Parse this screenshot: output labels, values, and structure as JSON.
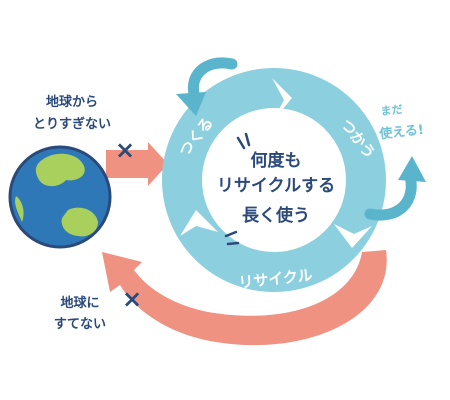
{
  "center_text": [
    "何度も",
    "リサイクルする",
    "長く使う"
  ],
  "cycle_labels": {
    "make": "つくる",
    "use": "つかう",
    "recycle": "リサイクル"
  },
  "side_note": [
    "まだ",
    "使える!"
  ],
  "warning_top": [
    "地球から",
    "とりすぎない"
  ],
  "warning_bottom": [
    "地球に",
    "すてない"
  ],
  "cross_symbol": "×",
  "colors": {
    "ring": "#8ccfdf",
    "ring_arrows": "#5ab4cb",
    "flow_arrows": "#ef9281",
    "text_dark": "#2b4a7a",
    "earth_ocean": "#2f78b7",
    "earth_land": "#a9cf5d"
  }
}
